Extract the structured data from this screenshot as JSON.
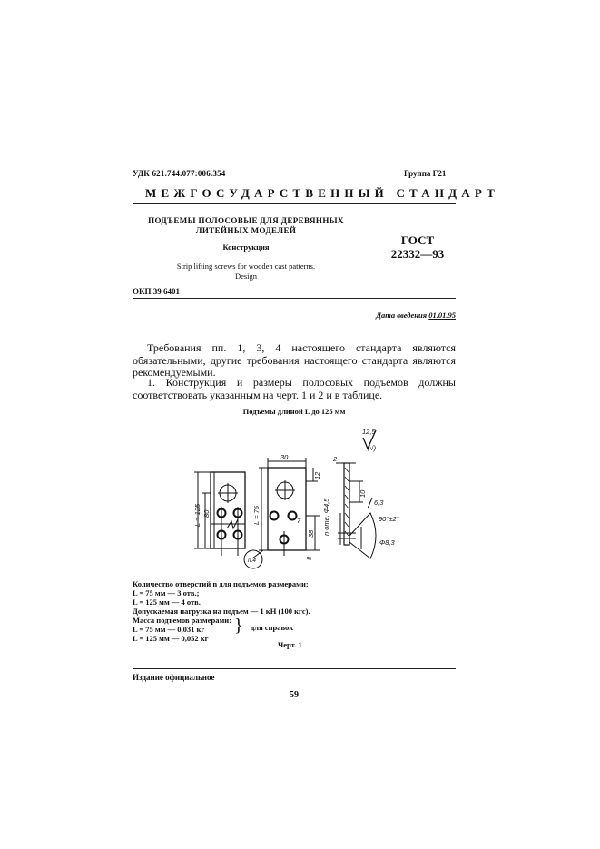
{
  "header": {
    "udk": "УДК 621.744.077:006.354",
    "group": "Группа Г21",
    "main_title": "МЕЖГОСУДАРСТВЕННЫЙ СТАНДАРТ"
  },
  "title_block": {
    "title_line1": "ПОДЪЕМЫ ПОЛОСОВЫЕ ДЛЯ ДЕРЕВЯННЫХ",
    "title_line2": "ЛИТЕЙНЫХ МОДЕЛЕЙ",
    "subtitle": "Конструкция",
    "english_line1": "Strip lifting screws for wooden cast patterns.",
    "english_line2": "Design",
    "gost_label": "ГОСТ",
    "gost_number": "22332—93",
    "okp": "ОКП 39 6401"
  },
  "date_intro": {
    "label": "Дата введения",
    "value": "01.01.95"
  },
  "body": {
    "para1": "Требования пп. 1, 3, 4 настоящего стандарта являются обязательными, другие требования настоящего стандарта являются рекомендуемыми.",
    "para2": "1. Конструкция и размеры полосовых подъемов должны соответствовать указанным на черт. 1 и 2 и в таблице."
  },
  "figure": {
    "title": "Подъемы длиной L до 125 мм",
    "roughness": "12,5",
    "roughness_paren": "(√)",
    "dims": {
      "L125": "L = 125",
      "d80": "80",
      "L75": "L = 75",
      "w30": "30",
      "d12": "12",
      "d38": "38",
      "d8": "8",
      "d7": "7",
      "t2": "2",
      "d10": "10",
      "n_holes": "n отв. Φ4,5",
      "r63": "6,3",
      "angle": "90°±2°",
      "phi83": "Φ8,3",
      "callout": "п.4"
    },
    "caption": "Черт. 1"
  },
  "notes": {
    "line1": "Количество отверстий n для подъемов размерами:",
    "line2": "L = 75 мм — 3 отв.;",
    "line3": "L = 125 мм — 4 отв.",
    "line4": "Допускаемая нагрузка на подъем — 1 кН (100 кгс).",
    "line5": "Масса подъемов размерами:",
    "line6": "L = 75 мм — 0,031 кг",
    "line7": "L = 125 мм — 0,052 кг",
    "brace_note": "для справок"
  },
  "footer": {
    "edition": "Издание официальное",
    "page_number": "59"
  }
}
